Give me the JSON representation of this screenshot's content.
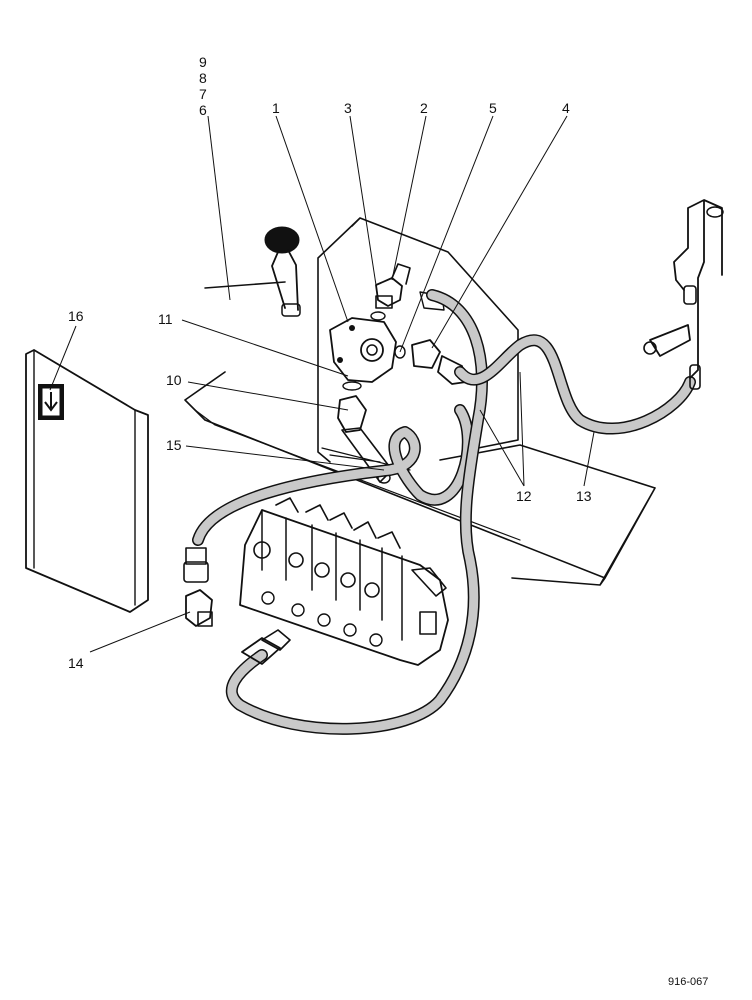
{
  "figure": {
    "callouts": [
      {
        "id": "c9",
        "label": "9"
      },
      {
        "id": "c8",
        "label": "8"
      },
      {
        "id": "c7",
        "label": "7"
      },
      {
        "id": "c6",
        "label": "6"
      },
      {
        "id": "c1",
        "label": "1"
      },
      {
        "id": "c3",
        "label": "3"
      },
      {
        "id": "c2",
        "label": "2"
      },
      {
        "id": "c5",
        "label": "5"
      },
      {
        "id": "c4",
        "label": "4"
      },
      {
        "id": "c16",
        "label": "16"
      },
      {
        "id": "c11",
        "label": "11"
      },
      {
        "id": "c10",
        "label": "10"
      },
      {
        "id": "c15",
        "label": "15"
      },
      {
        "id": "c12",
        "label": "12"
      },
      {
        "id": "c13",
        "label": "13"
      },
      {
        "id": "c14",
        "label": "14"
      }
    ],
    "figure_number": "916-067",
    "colors": {
      "ink": "#111111",
      "hose_fill": "#c9c9c9",
      "paper": "#ffffff"
    }
  }
}
